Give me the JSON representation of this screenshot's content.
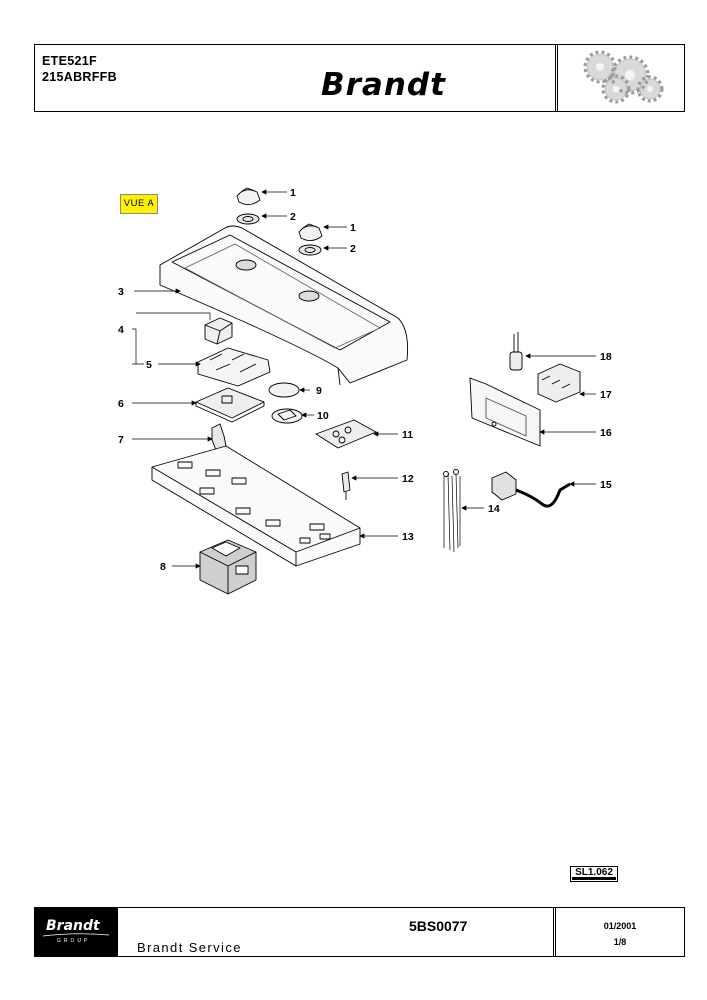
{
  "header": {
    "model_line_1": "ETE521F",
    "model_line_2": "215ABRFFB",
    "brand": "Brandt",
    "logo_icon": "gears-icon"
  },
  "diagram": {
    "view_label": "VUE A",
    "view_label_color": "#fff200",
    "part_numbers": [
      "1",
      "2",
      "1",
      "2",
      "3",
      "4",
      "5",
      "6",
      "7",
      "8",
      "9",
      "10",
      "11",
      "12",
      "13",
      "14",
      "15",
      "16",
      "17",
      "18"
    ]
  },
  "footer": {
    "brand": "Brandt",
    "brand_group": "GROUP",
    "service_label": "Brandt Service",
    "doc_number": "5BS0077",
    "date": "01/2001",
    "page": "1/8",
    "sl_code": "SL1.062"
  }
}
